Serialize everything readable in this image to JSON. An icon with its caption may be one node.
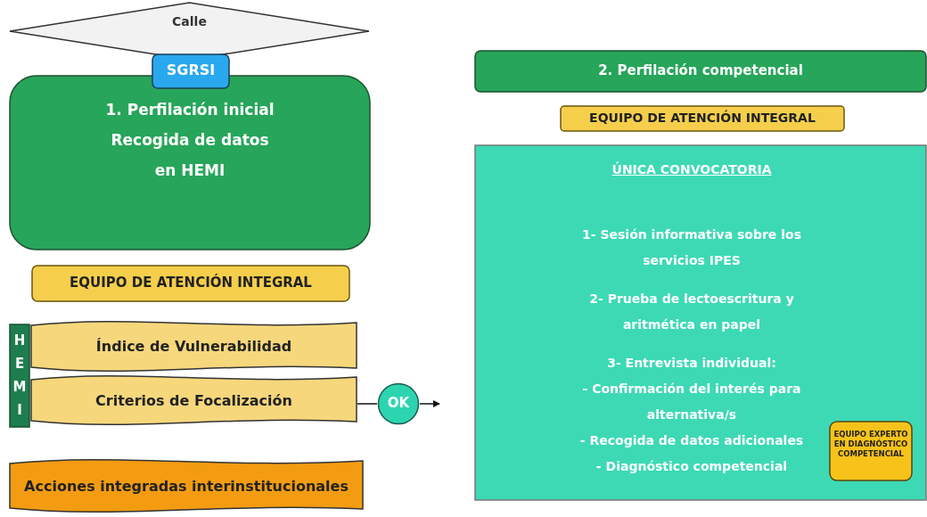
{
  "diagram": {
    "nodes": [
      {
        "text": [
          "Calle"
        ]
      },
      {
        "text": [
          "SGRSI"
        ]
      },
      {
        "text": [
          "1. Perfilación inicial Recogida de datos en HEMI"
        ]
      },
      {
        "text": [
          "EQUIPO DE ATENCIÓN INTEGRAL"
        ]
      },
      {
        "text": [
          "HEMI"
        ]
      },
      {
        "text": [
          "Índice de Vulnerabilidad"
        ]
      },
      {
        "text": [
          "Criterios de Focalización"
        ]
      },
      {
        "text": [
          "OK"
        ]
      },
      {
        "text": [
          "Acciones integradas interinstitucionales"
        ]
      },
      {
        "text": [
          "2. Perfilación competencial"
        ]
      },
      {
        "text": [
          "EQUIPO DE ATENCIÓN INTEGRAL"
        ]
      },
      {
        "text": [
          "ÚNICA CONVOCATORIA",
          "1- Sesión informativa sobre los servicios IPES",
          "2- Prueba de lectoescritura y aritmética en papel",
          "3- Entrevista individual:",
          "- Confirmación del interés para alternativa/s",
          "- Recogida de datos adicionales",
          "- Diagnóstico competencial"
        ]
      },
      {
        "text": [
          "EQUIPO EXPERTO EN DIAGNÓSTICO COMPETENCIAL"
        ],
        "in": 11
      }
    ],
    "edges": [
      {
        "from": 6,
        "to": 7,
        "arrow": "none"
      },
      {
        "from": 7,
        "to": null,
        "arrow": "to"
      }
    ]
  }
}
